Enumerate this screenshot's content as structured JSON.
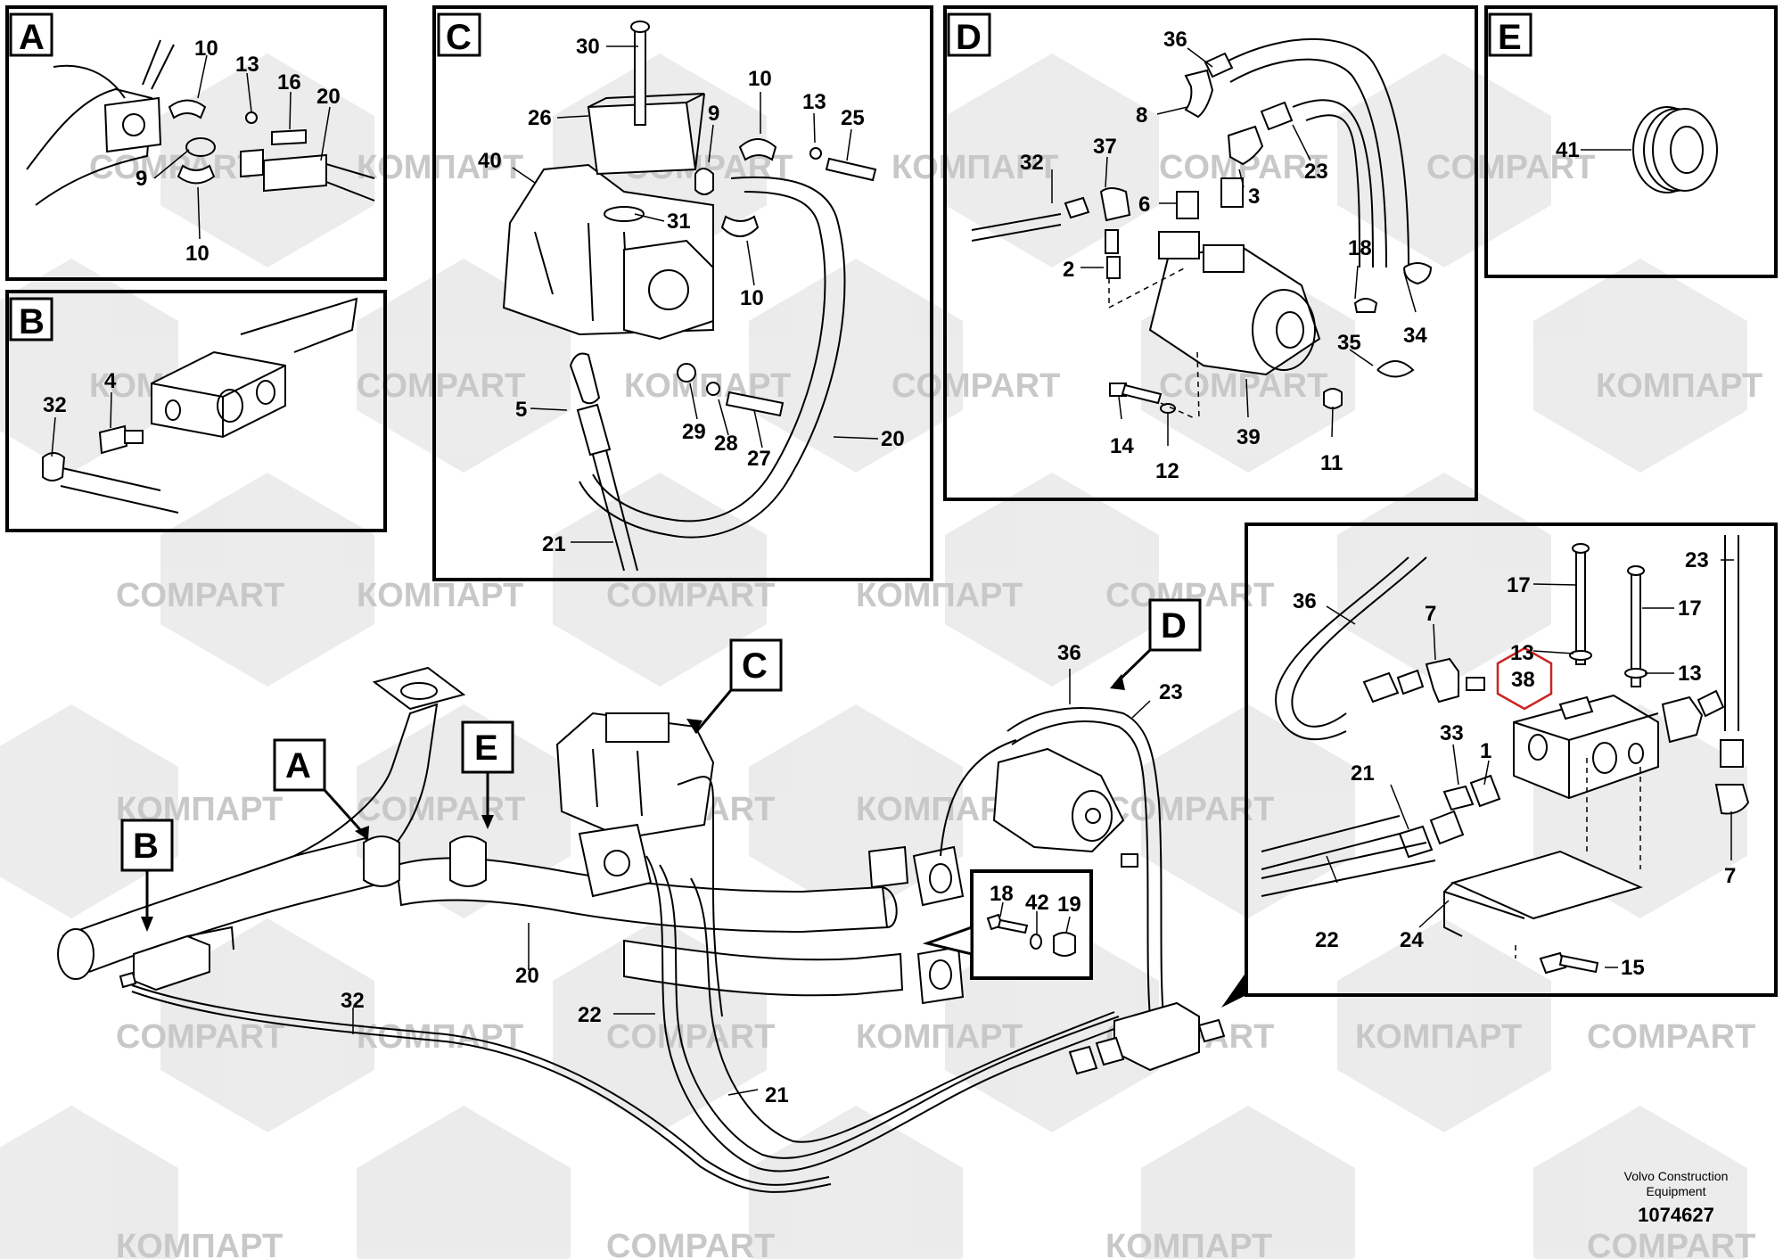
{
  "watermark": [
    "COMPART",
    "КОМПАРТ"
  ],
  "panels": {
    "A": {
      "label": "A",
      "callouts": [
        "10",
        "13",
        "16",
        "20",
        "9",
        "10"
      ]
    },
    "B": {
      "label": "B",
      "callouts": [
        "32",
        "4"
      ]
    },
    "C": {
      "label": "C",
      "callouts": [
        "30",
        "26",
        "9",
        "10",
        "13",
        "25",
        "40",
        "31",
        "10",
        "5",
        "29",
        "28",
        "27",
        "20",
        "21"
      ]
    },
    "D": {
      "label": "D",
      "callouts": [
        "36",
        "8",
        "37",
        "32",
        "6",
        "3",
        "23",
        "2",
        "18",
        "34",
        "35",
        "14",
        "12",
        "39",
        "11"
      ]
    },
    "E": {
      "label": "E",
      "callouts": [
        "41"
      ]
    },
    "F": {
      "callouts": [
        "23",
        "36",
        "7",
        "17",
        "17",
        "13",
        "13",
        "38",
        "33",
        "1",
        "21",
        "22",
        "24",
        "15",
        "7"
      ]
    }
  },
  "main": {
    "refs": [
      "C",
      "D",
      "A",
      "E",
      "B"
    ],
    "callouts": [
      "36",
      "23",
      "18",
      "42",
      "19",
      "20",
      "32",
      "22",
      "21"
    ]
  },
  "footer": {
    "company_line1": "Volvo Construction",
    "company_line2": "Equipment",
    "drawing_no": "1074627"
  },
  "colors": {
    "highlight": "#cc2222",
    "watermark": "#cfcfcf"
  }
}
